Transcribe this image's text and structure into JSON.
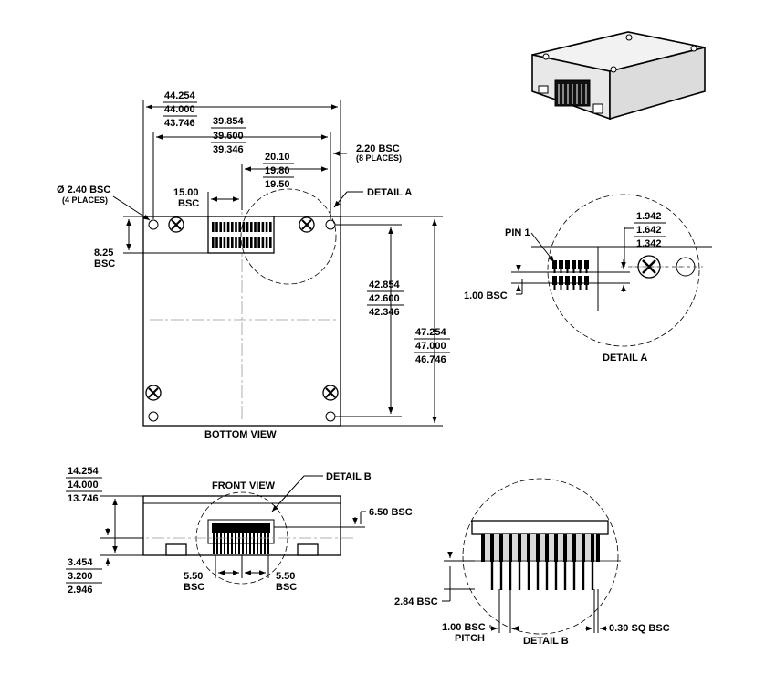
{
  "bottom_view": {
    "title": "BOTTOM VIEW",
    "width_max": "44.254",
    "width_nom": "44.000",
    "width_min": "43.746",
    "hole_span_max": "39.854",
    "hole_span_nom": "39.600",
    "hole_span_min": "39.346",
    "connector_offset_max": "20.10",
    "connector_offset_nom": "19.80",
    "connector_offset_min": "19.50",
    "hole_edge_1": "2.20 BSC",
    "hole_edge_2": "(8 PLACES)",
    "hole_dia_1": "Ø 2.40 BSC",
    "hole_dia_2": "(4 PLACES)",
    "conn_x_1": "15.00",
    "conn_x_2": "BSC",
    "detail_a_callout": "DETAIL A",
    "conn_y_1": "8.25",
    "conn_y_2": "BSC",
    "hole_vspan_max": "42.854",
    "hole_vspan_nom": "42.600",
    "hole_vspan_min": "42.346",
    "height_max": "47.254",
    "height_nom": "47.000",
    "height_min": "46.746"
  },
  "detail_a": {
    "title": "DETAIL A",
    "pin1": "PIN 1",
    "dim_max": "1.942",
    "dim_nom": "1.642",
    "dim_min": "1.342",
    "pitch": "1.00 BSC"
  },
  "front_view": {
    "title": "FRONT VIEW",
    "detail_b_callout": "DETAIL B",
    "h_max": "14.254",
    "h_nom": "14.000",
    "h_min": "13.746",
    "s_max": "3.454",
    "s_nom": "3.200",
    "s_min": "2.946",
    "right_dim": "6.50 BSC",
    "left_1": "5.50",
    "left_2": "BSC",
    "right_1": "5.50",
    "right_2": "BSC"
  },
  "detail_b": {
    "title": "DETAIL B",
    "pin_len": "2.84 BSC",
    "pitch_1": "1.00 BSC",
    "pitch_2": "PITCH",
    "pin_size": "0.30 SQ BSC"
  },
  "iso_view": {}
}
